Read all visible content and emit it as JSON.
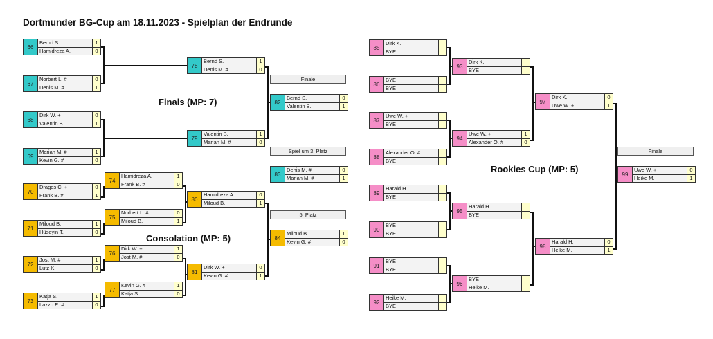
{
  "title": "Dortmunder BG-Cup am 18.11.2023 - Spielplan der Endrunde",
  "sections": {
    "finals": "Finals (MP: 7)",
    "consolation": "Consolation (MP: 5)",
    "rookies": "Rookies Cup (MP: 5)"
  },
  "captions": {
    "finale_main": "Finale",
    "third_place": "Spiel um 3. Platz",
    "fifth_place": "5. Platz",
    "finale_rookies": "Finale"
  },
  "colors": {
    "finals": "#33c9c9",
    "consolation": "#f5bb00",
    "rookies": "#f58ec7"
  },
  "matches": {
    "m66": {
      "num": "66",
      "p1": "Bernd S.",
      "s1": "1",
      "p2": "Hamidreza A.",
      "s2": "0"
    },
    "m67": {
      "num": "67",
      "p1": "Norbert L. #",
      "s1": "0",
      "p2": "Denis M. #",
      "s2": "1"
    },
    "m68": {
      "num": "68",
      "p1": "Dirk W. +",
      "s1": "0",
      "p2": "Valentin B.",
      "s2": "1"
    },
    "m69": {
      "num": "69",
      "p1": "Marian M. #",
      "s1": "1",
      "p2": "Kevin G. #",
      "s2": "0"
    },
    "m78": {
      "num": "78",
      "p1": "Bernd S.",
      "s1": "1",
      "p2": "Denis M. #",
      "s2": "0"
    },
    "m79": {
      "num": "79",
      "p1": "Valentin B.",
      "s1": "1",
      "p2": "Marian M. #",
      "s2": "0"
    },
    "m82": {
      "num": "82",
      "p1": "Bernd S.",
      "s1": "0",
      "p2": "Valentin B.",
      "s2": "1"
    },
    "m83": {
      "num": "83",
      "p1": "Denis M. #",
      "s1": "0",
      "p2": "Marian M. #",
      "s2": "1"
    },
    "m70": {
      "num": "70",
      "p1": "Dragos C. +",
      "s1": "0",
      "p2": "Frank B. #",
      "s2": "1"
    },
    "m71": {
      "num": "71",
      "p1": "Miloud B.",
      "s1": "1",
      "p2": "Hüseyin T.",
      "s2": "0"
    },
    "m72": {
      "num": "72",
      "p1": "Jost M. #",
      "s1": "1",
      "p2": "Lutz K.",
      "s2": "0"
    },
    "m73": {
      "num": "73",
      "p1": "Katja S.",
      "s1": "1",
      "p2": "Lazzo E. #",
      "s2": "0"
    },
    "m74": {
      "num": "74",
      "p1": "Hamidreza A.",
      "s1": "1",
      "p2": "Frank B. #",
      "s2": "0"
    },
    "m75": {
      "num": "75",
      "p1": "Norbert L. #",
      "s1": "0",
      "p2": "Miloud B.",
      "s2": "1"
    },
    "m76": {
      "num": "76",
      "p1": "Dirk W. +",
      "s1": "1",
      "p2": "Jost M. #",
      "s2": "0"
    },
    "m77": {
      "num": "77",
      "p1": "Kevin G. #",
      "s1": "1",
      "p2": "Katja S.",
      "s2": "0"
    },
    "m80": {
      "num": "80",
      "p1": "Hamidreza A.",
      "s1": "0",
      "p2": "Miloud B.",
      "s2": "1"
    },
    "m81": {
      "num": "81",
      "p1": "Dirk W. +",
      "s1": "0",
      "p2": "Kevin G. #",
      "s2": "1"
    },
    "m84": {
      "num": "84",
      "p1": "Miloud B.",
      "s1": "1",
      "p2": "Kevin G. #",
      "s2": "0"
    },
    "m85": {
      "num": "85",
      "p1": "Dirk K.",
      "s1": "",
      "p2": "BYE",
      "s2": ""
    },
    "m86": {
      "num": "86",
      "p1": "BYE",
      "s1": "",
      "p2": "BYE",
      "s2": ""
    },
    "m87": {
      "num": "87",
      "p1": "Uwe W. +",
      "s1": "",
      "p2": "BYE",
      "s2": ""
    },
    "m88": {
      "num": "88",
      "p1": "Alexander O. #",
      "s1": "",
      "p2": "BYE",
      "s2": ""
    },
    "m89": {
      "num": "89",
      "p1": "Harald H.",
      "s1": "",
      "p2": "BYE",
      "s2": ""
    },
    "m90": {
      "num": "90",
      "p1": "BYE",
      "s1": "",
      "p2": "BYE",
      "s2": ""
    },
    "m91": {
      "num": "91",
      "p1": "BYE",
      "s1": "",
      "p2": "BYE",
      "s2": ""
    },
    "m92": {
      "num": "92",
      "p1": "Heike M.",
      "s1": "",
      "p2": "BYE",
      "s2": ""
    },
    "m93": {
      "num": "93",
      "p1": "Dirk K.",
      "s1": "",
      "p2": "BYE",
      "s2": ""
    },
    "m94": {
      "num": "94",
      "p1": "Uwe W. +",
      "s1": "1",
      "p2": "Alexander O. #",
      "s2": "0"
    },
    "m95": {
      "num": "95",
      "p1": "Harald H.",
      "s1": "",
      "p2": "BYE",
      "s2": ""
    },
    "m96": {
      "num": "96",
      "p1": "BYE",
      "s1": "",
      "p2": "Heike M.",
      "s2": ""
    },
    "m97": {
      "num": "97",
      "p1": "Dirk K.",
      "s1": "0",
      "p2": "Uwe W. +",
      "s2": "1"
    },
    "m98": {
      "num": "98",
      "p1": "Harald H.",
      "s1": "0",
      "p2": "Heike M.",
      "s2": "1"
    },
    "m99": {
      "num": "99",
      "p1": "Uwe W. +",
      "s1": "0",
      "p2": "Heike M.",
      "s2": "1"
    }
  }
}
